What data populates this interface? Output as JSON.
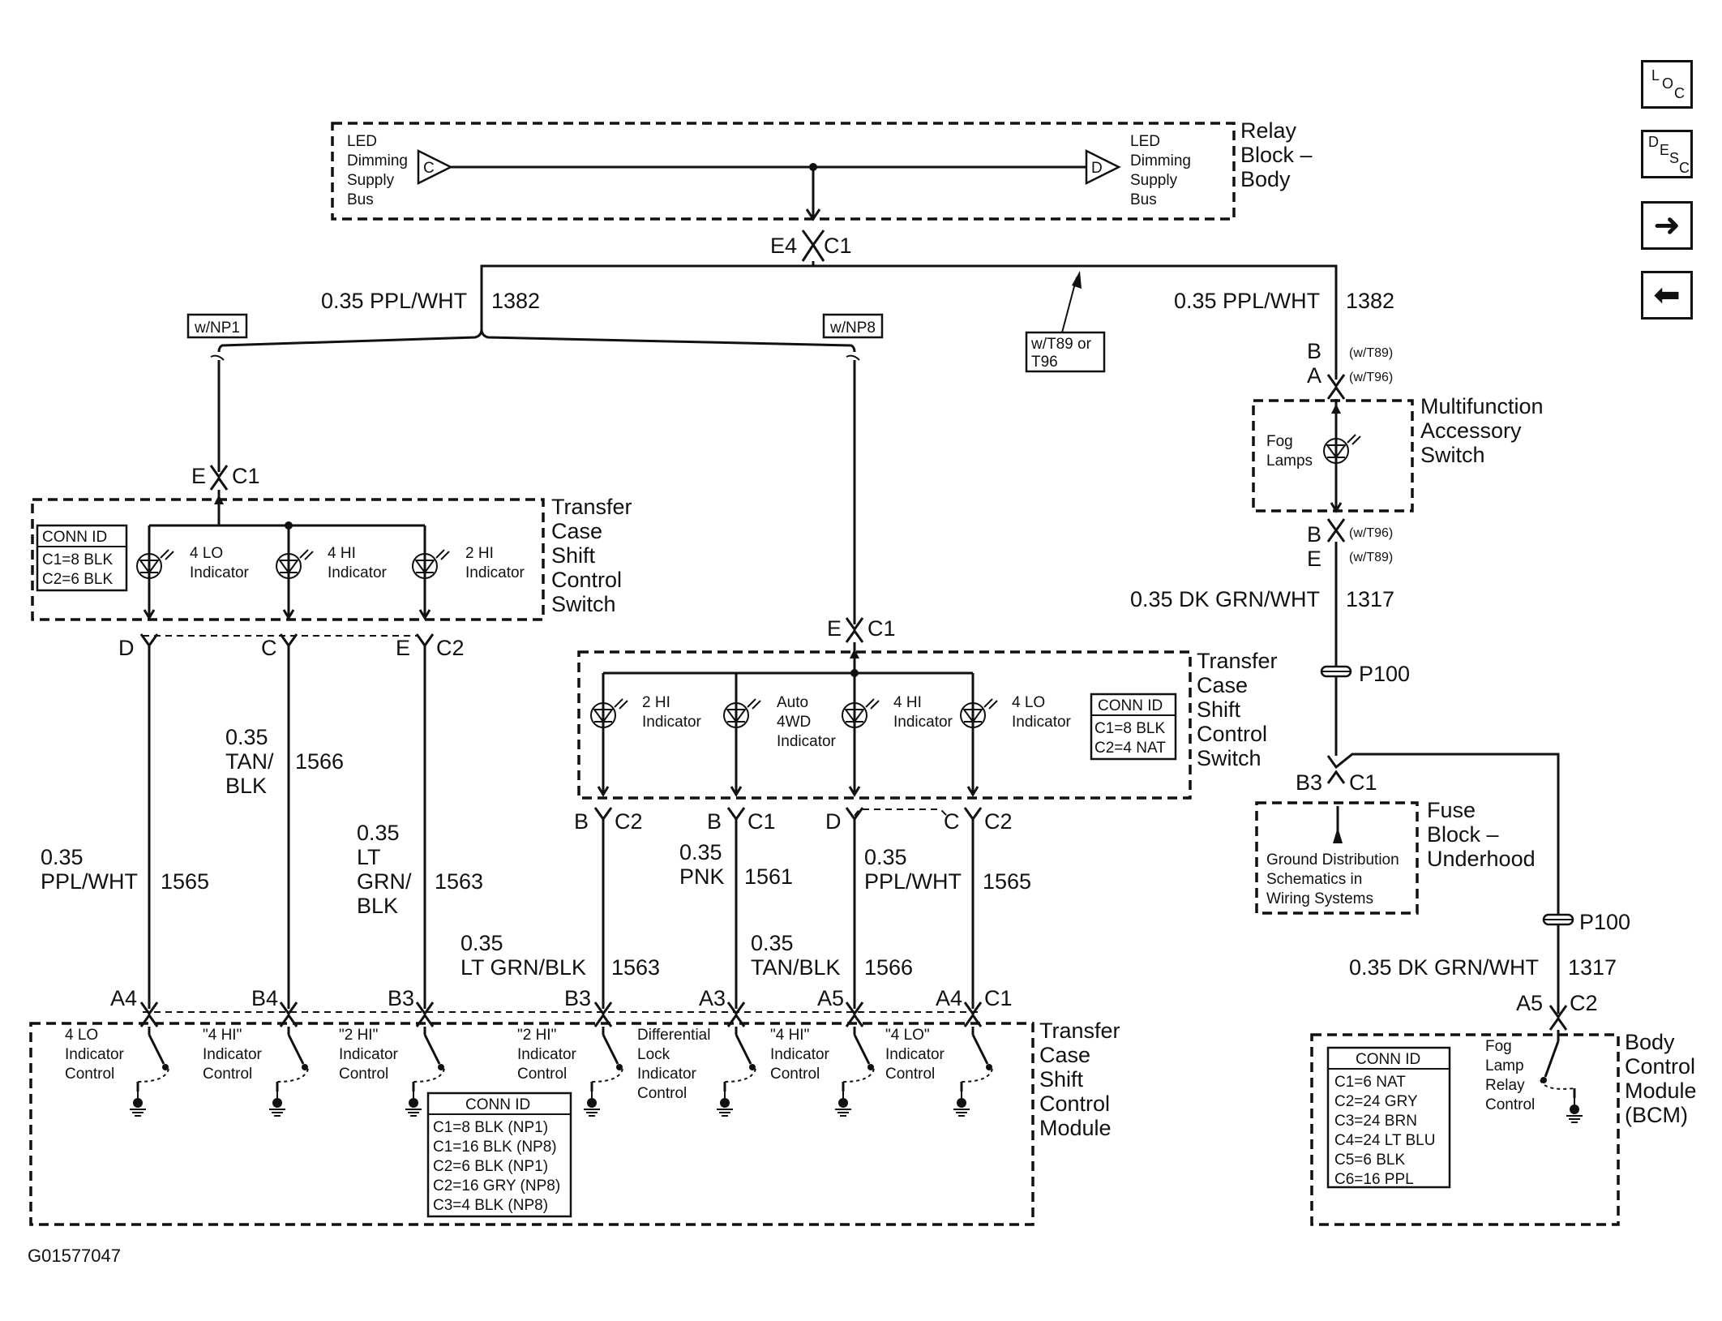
{
  "nav": {
    "loc": [
      "L",
      "O",
      "C"
    ],
    "desc": [
      "D",
      "E",
      "S",
      "C"
    ],
    "next_arrow": "➜",
    "prev_arrow": "⬅"
  },
  "relay_block": {
    "name": [
      "Relay",
      "Block –",
      "Body"
    ],
    "left_bus": [
      "LED",
      "Dimming",
      "Supply",
      "Bus"
    ],
    "left_pin": "C",
    "right_bus": [
      "LED",
      "Dimming",
      "Supply",
      "Bus"
    ],
    "right_pin": "D",
    "conn_left": "E4",
    "conn_right": "C1"
  },
  "wires": {
    "w1382_left": {
      "gauge": "0.35 PPL/WHT",
      "circuit": "1382"
    },
    "w1382_right": {
      "gauge": "0.35 PPL/WHT",
      "circuit": "1382"
    },
    "w1317_top": {
      "gauge": "0.35 DK GRN/WHT",
      "circuit": "1317"
    },
    "w1317_bottom": {
      "gauge": "0.35 DK GRN/WHT",
      "circuit": "1317"
    },
    "np1_1565": {
      "gauge": [
        "0.35",
        "PPL/WHT"
      ],
      "circuit": "1565"
    },
    "np1_1566": {
      "gauge": [
        "0.35",
        "TAN/",
        "BLK"
      ],
      "circuit": "1566"
    },
    "np1_1563": {
      "gauge": [
        "0.35",
        "LT",
        "GRN/",
        "BLK"
      ],
      "circuit": "1563"
    },
    "np8_1563": {
      "gauge": [
        "0.35",
        "LT GRN/BLK"
      ],
      "circuit": "1563"
    },
    "np8_1561": {
      "gauge": [
        "0.35",
        "PNK"
      ],
      "circuit": "1561"
    },
    "np8_1566": {
      "gauge": [
        "0.35",
        "TAN/BLK"
      ],
      "circuit": "1566"
    },
    "np8_1565": {
      "gauge": [
        "0.35",
        "PPL/WHT"
      ],
      "circuit": "1565"
    }
  },
  "options": {
    "np1": "w/NP1",
    "np8": "w/NP8",
    "t89": [
      "w/T89 or",
      "T96"
    ],
    "w_t89": "(w/T89)",
    "w_t96": "(w/T96)"
  },
  "switch_np1": {
    "name": [
      "Transfer",
      "Case",
      "Shift",
      "Control",
      "Switch"
    ],
    "conn_id": [
      "CONN ID",
      "C1=8 BLK",
      "C2=6 BLK"
    ],
    "leds": [
      [
        "4 LO",
        "Indicator"
      ],
      [
        "4 HI",
        "Indicator"
      ],
      [
        "2 HI",
        "Indicator"
      ]
    ],
    "top_pin": "E",
    "top_conn": "C1",
    "pins": [
      "D",
      "C",
      "E"
    ],
    "conn": "C2"
  },
  "switch_np8": {
    "name": [
      "Transfer",
      "Case",
      "Shift",
      "Control",
      "Switch"
    ],
    "conn_id": [
      "CONN ID",
      "C1=8 BLK",
      "C2=4 NAT"
    ],
    "leds": [
      [
        "2 HI",
        "Indicator"
      ],
      [
        "Auto",
        "4WD",
        "Indicator"
      ],
      [
        "4 HI",
        "Indicator"
      ],
      [
        "4 LO",
        "Indicator"
      ]
    ],
    "top_pin": "E",
    "top_conn": "C1",
    "pins": [
      "B",
      "B",
      "D",
      "C"
    ],
    "conns": [
      "C2",
      "C1",
      "",
      "C2"
    ]
  },
  "mfa_switch": {
    "name": [
      "Multifunction",
      "Accessory",
      "Switch"
    ],
    "led": [
      "Fog",
      "Lamps"
    ],
    "top_pins": [
      "B",
      "A"
    ],
    "bottom_pins": [
      "B",
      "E"
    ]
  },
  "splice": "P100",
  "fuse_block": {
    "name": [
      "Fuse",
      "Block –",
      "Underhood"
    ],
    "text": [
      "Ground Distribution",
      "Schematics in",
      "Wiring Systems"
    ],
    "pin": "B3",
    "conn": "C1"
  },
  "module": {
    "name": [
      "Transfer",
      "Case",
      "Shift",
      "Control",
      "Module"
    ],
    "pins": [
      "A4",
      "B4",
      "B3",
      "B3",
      "A3",
      "A5",
      "A4"
    ],
    "conn": "C1",
    "controls": [
      [
        "4 LO",
        "Indicator",
        "Control"
      ],
      [
        "\"4 HI\"",
        "Indicator",
        "Control"
      ],
      [
        "\"2 HI\"",
        "Indicator",
        "Control"
      ],
      [
        "\"2 HI\"",
        "Indicator",
        "Control"
      ],
      [
        "Differential",
        "Lock",
        "Indicator",
        "Control"
      ],
      [
        "\"4 HI\"",
        "Indicator",
        "Control"
      ],
      [
        "\"4 LO\"",
        "Indicator",
        "Control"
      ]
    ],
    "conn_id": [
      "CONN ID",
      "C1=8 BLK (NP1)",
      "C1=16 BLK (NP8)",
      "C2=6 BLK (NP1)",
      "C2=16 GRY (NP8)",
      "C3=4 BLK (NP8)"
    ]
  },
  "bcm": {
    "name": [
      "Body",
      "Control",
      "Module",
      "(BCM)"
    ],
    "pin": "A5",
    "conn": "C2",
    "control": [
      "Fog",
      "Lamp",
      "Relay",
      "Control"
    ],
    "conn_id": [
      "CONN ID",
      "C1=6 NAT",
      "C2=24 GRY",
      "C3=24 BRN",
      "C4=24 LT BLU",
      "C5=6 BLK",
      "C6=16 PPL"
    ]
  },
  "figure_code": "G01577047"
}
